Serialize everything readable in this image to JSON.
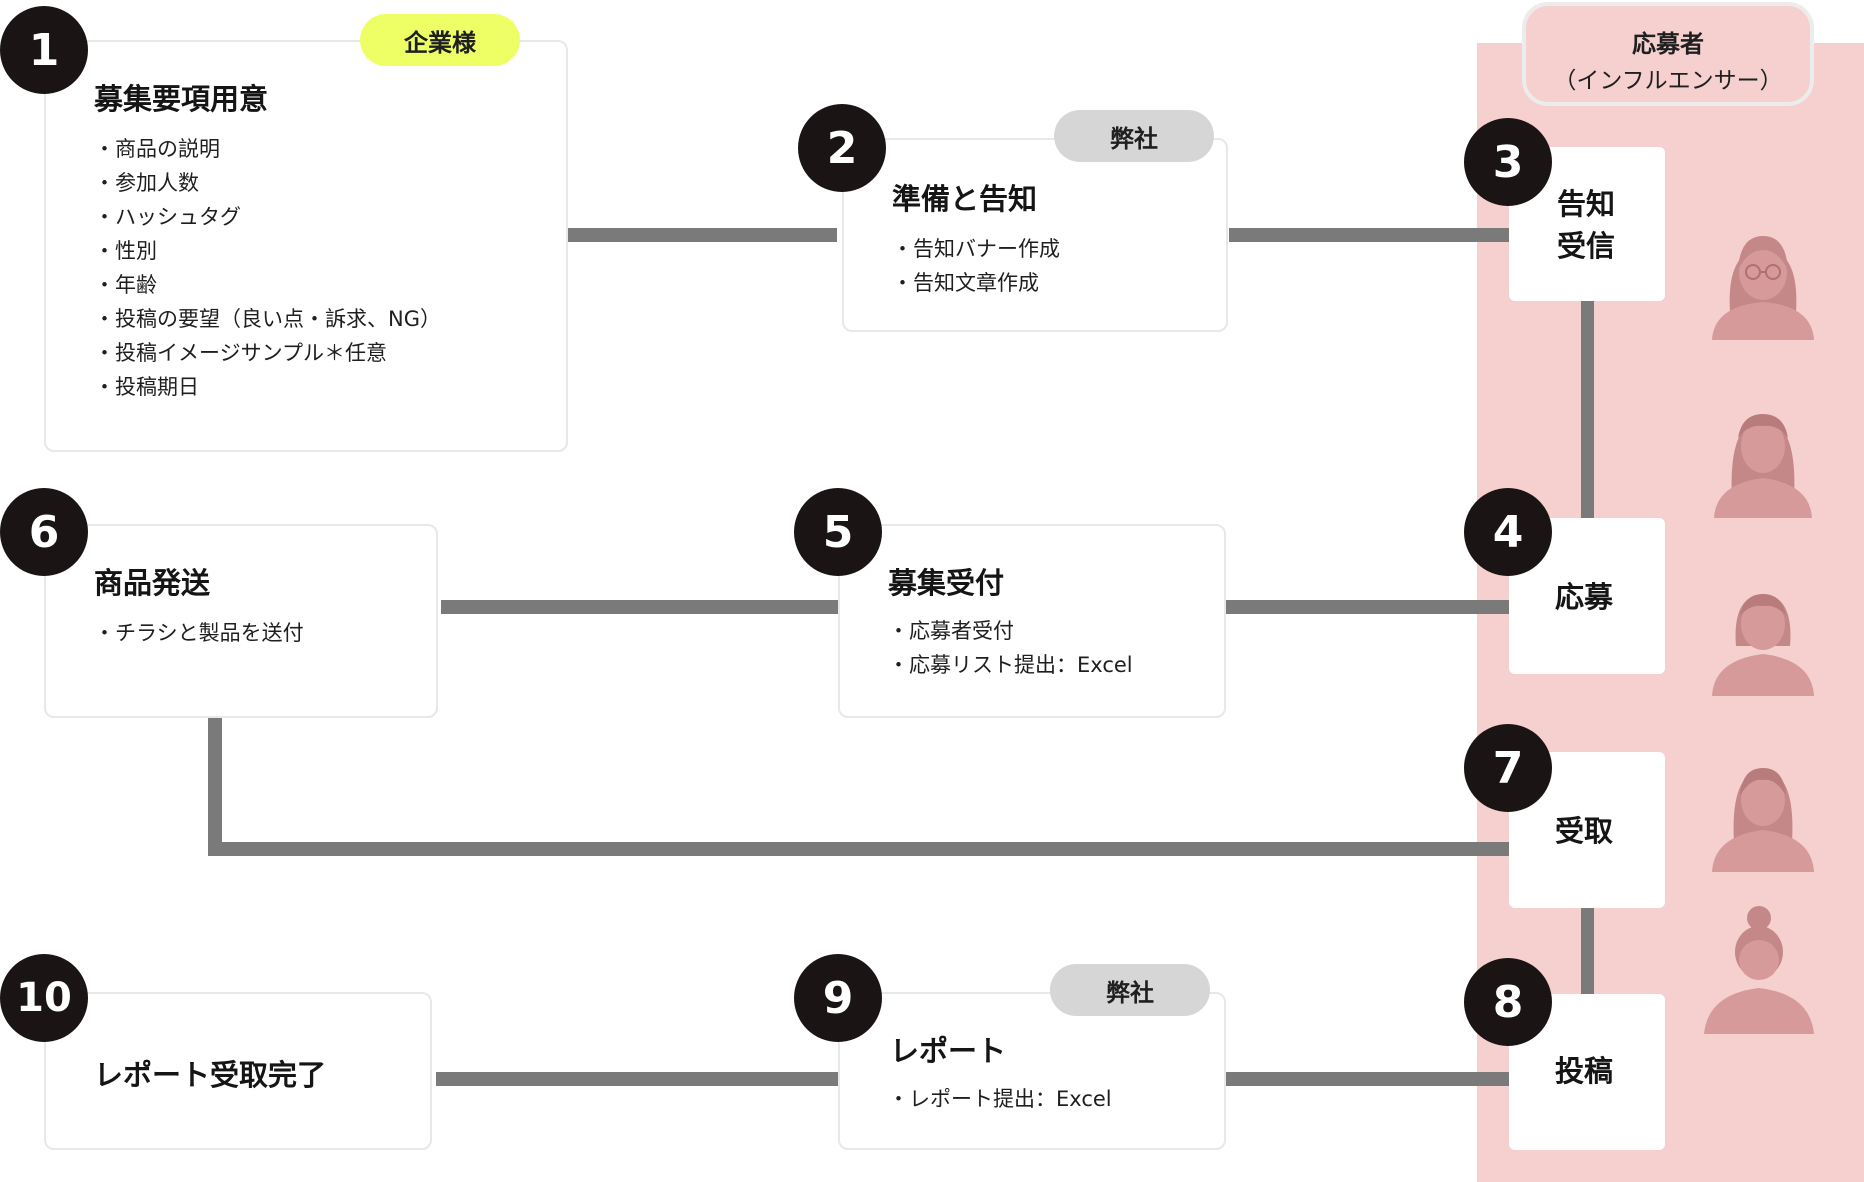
{
  "lane": {
    "title": "応募者",
    "subtitle": "（インフルエンサー）",
    "color": "#f6cfcf"
  },
  "steps": {
    "s1": {
      "num": "1",
      "title": "募集要項用意",
      "tag": "企業様",
      "items": [
        "商品の説明",
        "参加人数",
        "ハッシュタグ",
        "性別",
        "年齢",
        "投稿の要望（良い点・訴求、NG）",
        "投稿イメージサンプル＊任意",
        "投稿期日"
      ]
    },
    "s2": {
      "num": "2",
      "title": "準備と告知",
      "tag": "弊社",
      "items": [
        "告知バナー作成",
        "告知文章作成"
      ]
    },
    "s3": {
      "num": "3",
      "label_line1": "告知",
      "label_line2": "受信"
    },
    "s4": {
      "num": "4",
      "label": "応募"
    },
    "s5": {
      "num": "5",
      "title": "募集受付",
      "items": [
        "応募者受付",
        "応募リスト提出：Excel"
      ]
    },
    "s6": {
      "num": "6",
      "title": "商品発送",
      "items": [
        "チラシと製品を送付"
      ]
    },
    "s7": {
      "num": "7",
      "label": "受取"
    },
    "s8": {
      "num": "8",
      "label": "投稿"
    },
    "s9": {
      "num": "9",
      "title": "レポート",
      "tag": "弊社",
      "items": [
        "レポート提出：Excel"
      ]
    },
    "s10": {
      "num": "10",
      "title": "レポート受取完了"
    }
  },
  "colors": {
    "client_tag": "#eeff66",
    "us_tag": "#d6d6d6",
    "number_badge": "#1b1414",
    "connector": "#7a7a7a",
    "person": "#d69a9a"
  },
  "icons": [
    "person-glasses-icon",
    "person-long-hair-icon",
    "person-icon",
    "person-icon",
    "person-bun-icon"
  ]
}
